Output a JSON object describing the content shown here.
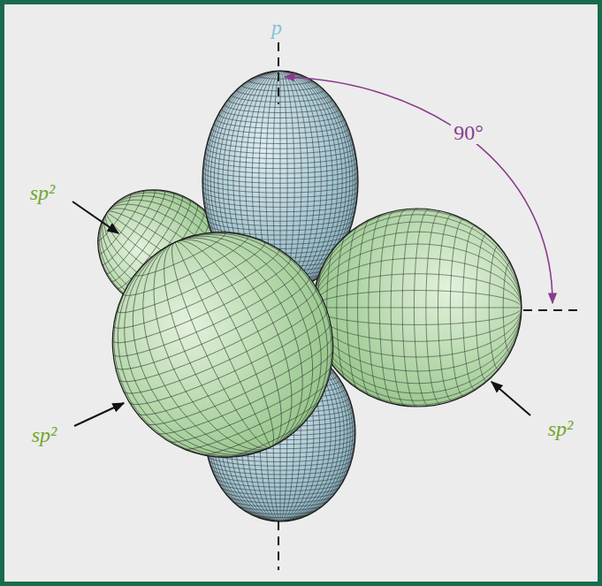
{
  "diagram": {
    "labels": [
      "p",
      "90°",
      "sp²",
      "sp²",
      "sp²"
    ]
  }
}
